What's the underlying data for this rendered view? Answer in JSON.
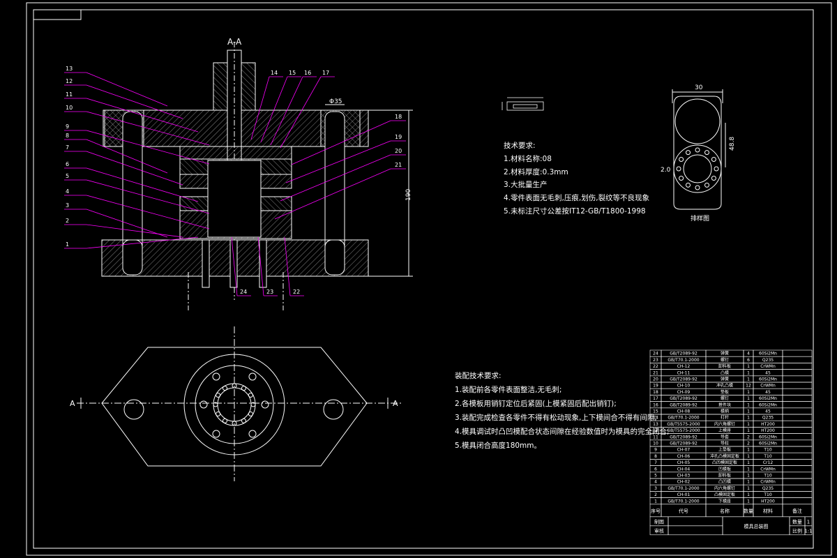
{
  "section_label": "A-A",
  "cut_marker_left": "A",
  "cut_marker_right": "A",
  "part_numbers": [
    "1",
    "2",
    "3",
    "4",
    "5",
    "6",
    "7",
    "8",
    "9",
    "10",
    "11",
    "12",
    "13",
    "14",
    "15",
    "16",
    "17",
    "18",
    "19",
    "20",
    "21",
    "22",
    "23",
    "24"
  ],
  "dimension_190": "190",
  "dimension_top": "Φ35",
  "part_detail_label": "排样图",
  "part_dim_top": "30",
  "part_dim_right": "48.8",
  "part_dim_left": "2.0",
  "tech_req_part": {
    "title": "技术要求:",
    "items": [
      "1.材料名称:08",
      "2.材料厚度:0.3mm",
      "3.大批量生产",
      "4.零件表面无毛刺,压痕,划伤,裂纹等不良现象",
      "5.未标注尺寸公差按IT12-GB/T1800-1998"
    ]
  },
  "tech_req_assembly": {
    "title": "装配技术要求:",
    "items": [
      "1.装配前各零件表面整洁,无毛刺;",
      "2.各模板用销钉定位后紧固(上模紧固后配出销钉);",
      "3.装配完成检查各零件不得有松动现象,上下模间合不得有间隙;",
      "4.模具调试时凸凹模配合状态间隙在经验数值时为模具的完全闭合;",
      "5.模具闭合高度180mm。"
    ]
  },
  "bom_rows": [
    [
      "24",
      "GB/T2089-92",
      "弹簧",
      "4",
      "60Si2Mn"
    ],
    [
      "23",
      "GB/T70.1-2000",
      "螺钉",
      "6",
      "Q235"
    ],
    [
      "22",
      "CH-12",
      "卸料板",
      "1",
      "CrWMn"
    ],
    [
      "21",
      "CH-11",
      "凸模",
      "1",
      "45"
    ],
    [
      "20",
      "GB/T2089-92",
      "弹簧",
      "1",
      "60Si2Mn"
    ],
    [
      "19",
      "CH-10",
      "冲孔凸模",
      "12",
      "CrWMn"
    ],
    [
      "18",
      "CH-09",
      "垫板",
      "1",
      "45"
    ],
    [
      "17",
      "GB/T2089-92",
      "螺钉",
      "1",
      "60Si2Mn"
    ],
    [
      "16",
      "GB/T2089-92",
      "推件块",
      "1",
      "60Si2Mn"
    ],
    [
      "15",
      "CH-08",
      "模柄",
      "1",
      "45"
    ],
    [
      "14",
      "GB/T70.1-2000",
      "打杆",
      "1",
      "Q235"
    ],
    [
      "13",
      "GB/T5575-2000",
      "内六角螺钉",
      "1",
      "HT200"
    ],
    [
      "12",
      "GB/T5575-2000",
      "上模座",
      "1",
      "HT200"
    ],
    [
      "11",
      "GB/T2089-92",
      "导套",
      "2",
      "60Si2Mn"
    ],
    [
      "10",
      "GB/T2089-92",
      "导柱",
      "2",
      "60Si2Mn"
    ],
    [
      "9",
      "CH-07",
      "上垫板",
      "1",
      "T10"
    ],
    [
      "8",
      "CH-06",
      "冲孔凸模固定板",
      "1",
      "T10"
    ],
    [
      "7",
      "CH-05",
      "凸凹模固定板",
      "1",
      "Cr12"
    ],
    [
      "6",
      "CH-04",
      "凹模板",
      "1",
      "CrWMn"
    ],
    [
      "5",
      "CH-03",
      "卸料板",
      "1",
      "T10"
    ],
    [
      "4",
      "CH-02",
      "凸凹模",
      "1",
      "CrWMn"
    ],
    [
      "3",
      "GB/T70.1-2000",
      "内六角螺钉",
      "1",
      "Q235"
    ],
    [
      "2",
      "CH-01",
      "凸模固定板",
      "1",
      "T10"
    ],
    [
      "1",
      "GB/T70.1-2000",
      "下模座",
      "1",
      "HT200"
    ]
  ],
  "bom_header": [
    "序号",
    "代号",
    "名称",
    "数量",
    "材料",
    "备注"
  ],
  "title_block": {
    "design_label": "制图",
    "check_label": "审核",
    "drawing_name": "模具总装图",
    "qty_label": "数量",
    "qty_value": "1",
    "scale_label": "比例",
    "scale_value": "1:1"
  }
}
